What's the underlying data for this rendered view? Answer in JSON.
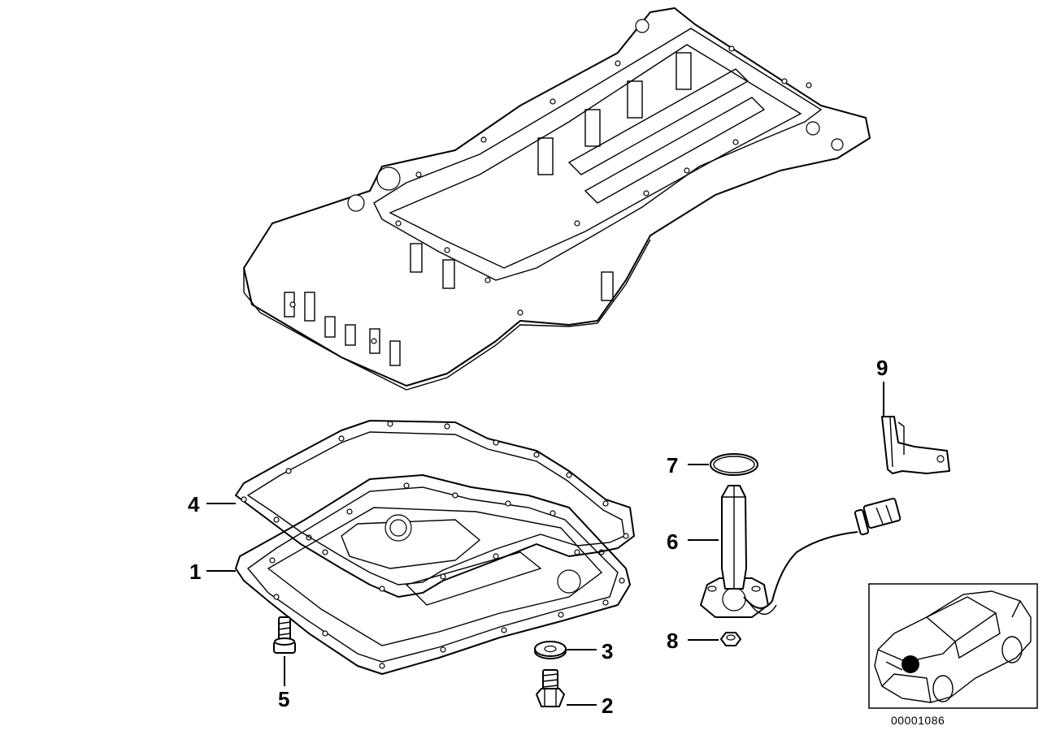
{
  "callouts": [
    {
      "id": "1",
      "label": "1"
    },
    {
      "id": "2",
      "label": "2"
    },
    {
      "id": "3",
      "label": "3"
    },
    {
      "id": "4",
      "label": "4"
    },
    {
      "id": "5",
      "label": "5"
    },
    {
      "id": "6",
      "label": "6"
    },
    {
      "id": "7",
      "label": "7"
    },
    {
      "id": "8",
      "label": "8"
    },
    {
      "id": "9",
      "label": "9"
    }
  ],
  "document_number": "00001086"
}
